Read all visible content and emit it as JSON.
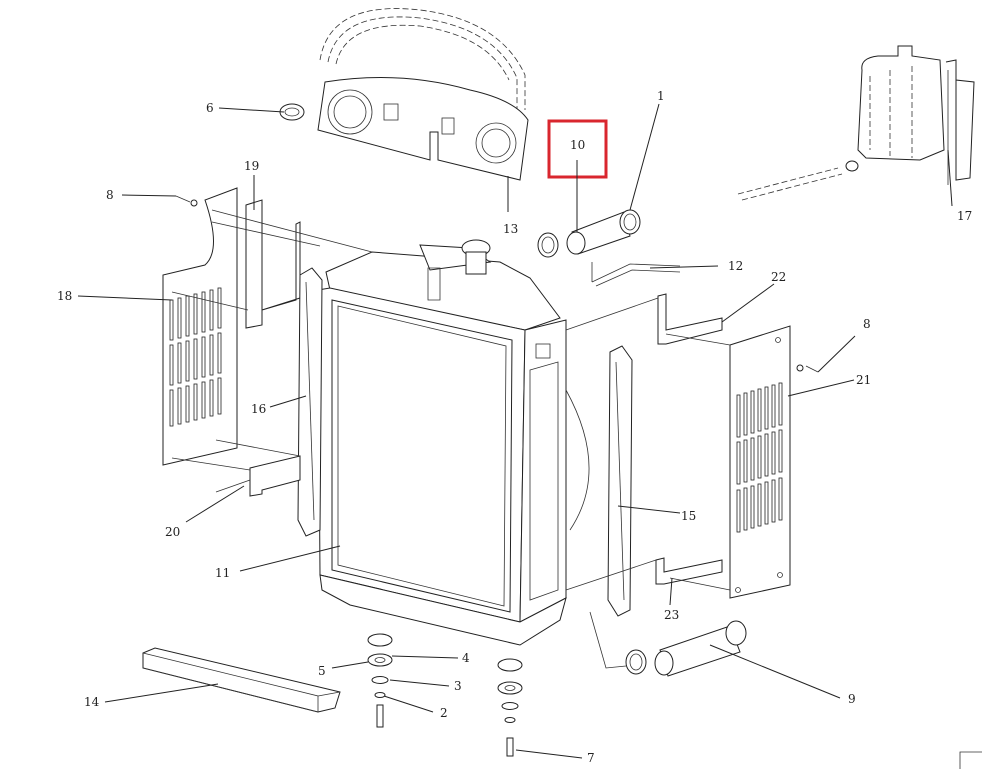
{
  "diagram": {
    "callouts": {
      "c1": "1",
      "c2": "2",
      "c3": "3",
      "c4": "4",
      "c5": "5",
      "c6": "6",
      "c7": "7",
      "c8a": "8",
      "c8b": "8",
      "c9": "9",
      "c10": "10",
      "c11": "11",
      "c12": "12",
      "c13": "13",
      "c14": "14",
      "c15": "15",
      "c16": "16",
      "c17": "17",
      "c18": "18",
      "c19": "19",
      "c20": "20",
      "c21": "21",
      "c22": "22",
      "c23": "23"
    },
    "highlight": {
      "target": "10",
      "color": "#d9262e"
    }
  }
}
